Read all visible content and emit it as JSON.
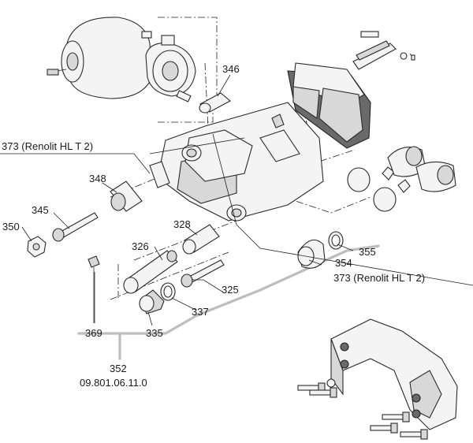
{
  "labels": {
    "p346": "346",
    "p373a": "373 (Renolit HL T 2)",
    "p348": "348",
    "p345": "345",
    "p350": "350",
    "p328": "328",
    "p326": "326",
    "p325": "325",
    "p337": "337",
    "p335": "335",
    "p369": "369",
    "p354": "354",
    "p355": "355",
    "p373b": "373 (Renolit HL T 2)",
    "p352": "352",
    "p352_code": "09.801.06.11.0"
  }
}
